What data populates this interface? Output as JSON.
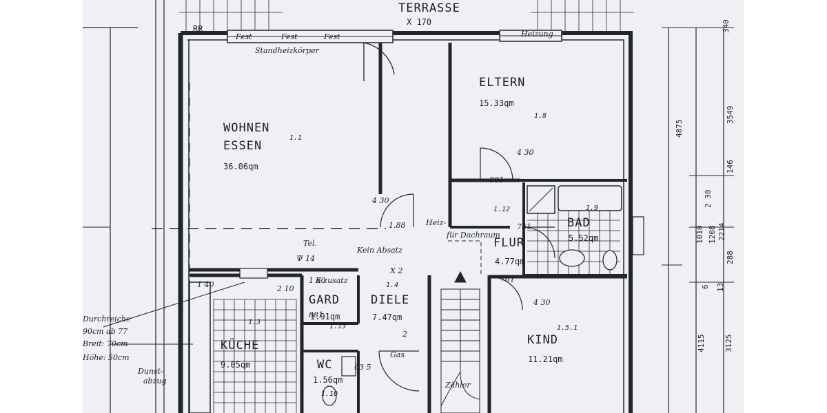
{
  "terrace": {
    "label": "TERRASSE",
    "marker": "X 170"
  },
  "top_left_code": "RR",
  "window_labels": {
    "fest1": "Fest",
    "fest2": "Fest",
    "fest3": "Fest",
    "heizung": "Heizung",
    "heizkoerper": "Standheizkörper"
  },
  "rooms": {
    "wohnen": {
      "name1": "WOHNEN",
      "name2": "ESSEN",
      "area": "36.06qm",
      "num": "1.1"
    },
    "eltern": {
      "name": "ELTERN",
      "area": "15.33qm",
      "num": "1.8"
    },
    "bad": {
      "name": "BAD",
      "area": "5.52qm",
      "num": "1.9"
    },
    "flur": {
      "name": "FLUR",
      "area": "4.77qm",
      "num": "1.12"
    },
    "diele": {
      "name": "DIELE",
      "area": "7.47qm",
      "num": "1.4"
    },
    "gard": {
      "name": "GARD",
      "area": "1.91qm",
      "num": "1.13"
    },
    "kueche": {
      "name": "KÜCHE",
      "area": "9.05qm",
      "num": "1.3"
    },
    "wc": {
      "name": "WC",
      "area": "1.56qm",
      "num": "1.10"
    },
    "kind": {
      "name": "KIND",
      "area": "11.21qm",
      "num": "1.5.1"
    }
  },
  "annotations": {
    "durchreiche": "Durchreiche",
    "durch_l2": "90cm ab 77",
    "durch_l3": "Breit: 70cm",
    "durch_l4": "Höhe: 50cm",
    "dunst": "Dunst-",
    "dunst2": "abzug",
    "kein_absatz": "Kein Absatz",
    "fuer_dachraum": "für Dachraum",
    "heiz": "Heiz-",
    "tel": "Tel.",
    "x_zusatz": "X zusatz",
    "zaehler": "Zähler",
    "gas": "Gas"
  },
  "codes": {
    "c430a": "4 30",
    "c430b": "4 30",
    "c430c": "4 30",
    "c188": "1.88",
    "c881": "881",
    "c881b": "881",
    "c761": "761",
    "c761b": "761",
    "c14": "Ψ 14",
    "c210": "2 10",
    "c140": "1 40",
    "c160": "1 60",
    "c635": "63 5",
    "c2": "2",
    "x2": "X 2"
  },
  "dimensions": {
    "d4875": "4875",
    "d3549": "3549",
    "d146": "146",
    "d230": "2 30",
    "d1010": "1010",
    "d1208": "1208",
    "d2214": "2214",
    "d288": "288",
    "d6": "6",
    "d13": "13",
    "d4115": "4115",
    "d3125": "3125",
    "d340": "340"
  }
}
